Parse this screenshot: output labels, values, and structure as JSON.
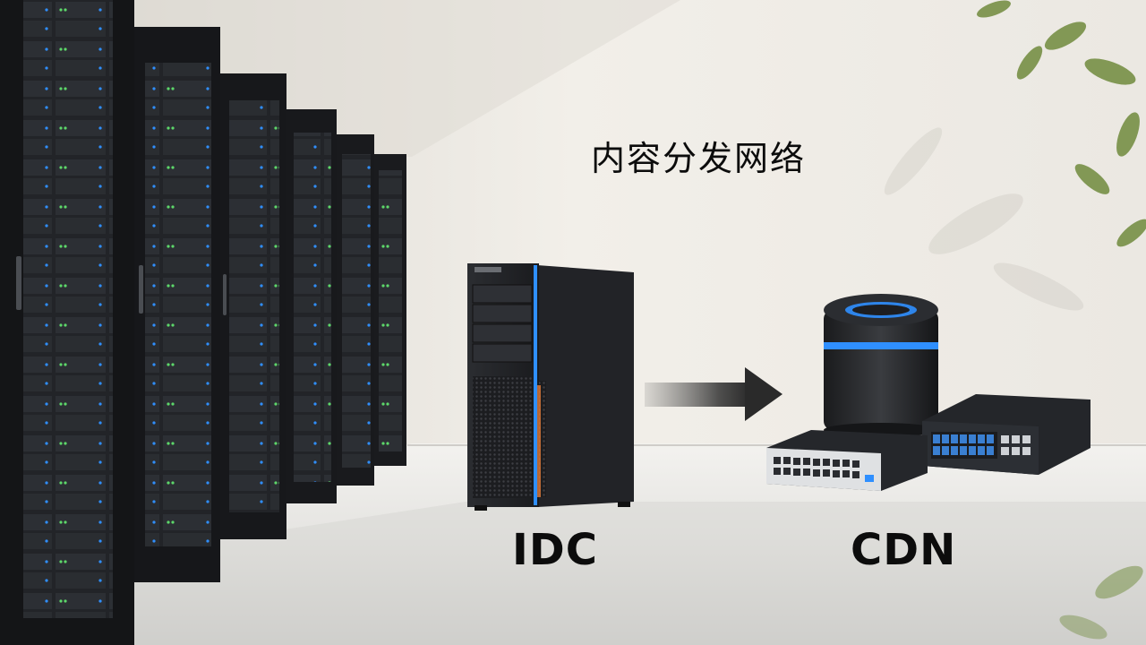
{
  "scene": {
    "title": "内容分发网络",
    "source_label": "IDC",
    "target_label": "CDN",
    "accent_color": "#2f8fff",
    "rack_led_green": "#5dd86a"
  }
}
